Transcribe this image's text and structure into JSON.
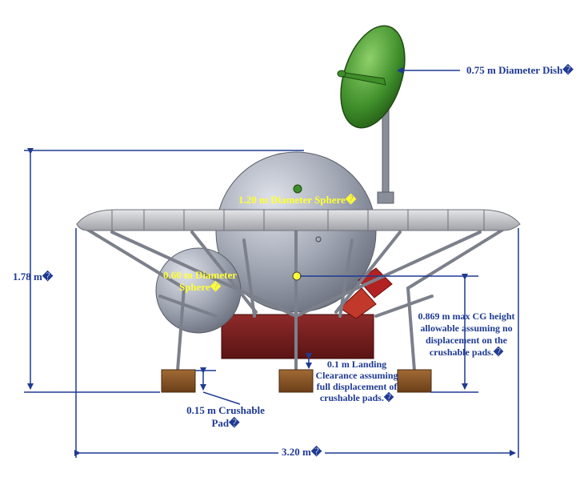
{
  "labels": {
    "dish": "0.75 m Diameter Dish�",
    "sphere_large": "1.20 m Diameter Sphere�",
    "sphere_small_line1": "0.60 m Diameter",
    "sphere_small_line2": "Sphere�",
    "height": "1.78 m�",
    "cg_line1": "0.869 m max CG height",
    "cg_line2": "allowable assuming no",
    "cg_line3": "displacement on the",
    "cg_line4": "crushable pads.�",
    "clearance_line1": "0.1 m Landing",
    "clearance_line2": "Clearance assuming",
    "clearance_line3": "full displacement of",
    "clearance_line4": "crushable pads.�",
    "pad_line1": "0.15 m Crushable",
    "pad_line2": "Pad�",
    "width": "3.20 m�"
  },
  "colors": {
    "dimension": "#1f3a93",
    "callout_text": "#ffff33",
    "dish": "#3e8e2a",
    "sphere": "#9ea3b0",
    "deck": "#c8c9cc",
    "struts": "#8a8e99",
    "tank": "#7a1f1f",
    "pads": "#8b5a2b",
    "thruster": "#b22222"
  }
}
